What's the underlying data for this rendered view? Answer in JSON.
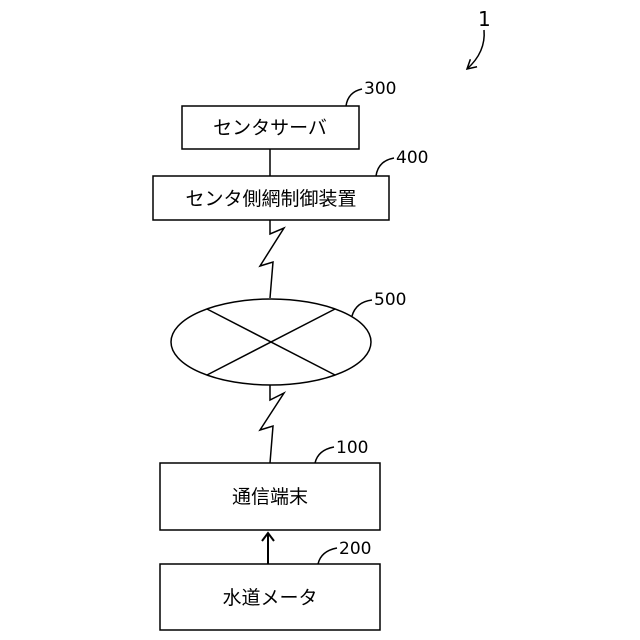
{
  "figure": {
    "label": "1"
  },
  "nodes": {
    "center_server": {
      "label": "センタサーバ",
      "ref": "300"
    },
    "center_network_controller": {
      "label": "センタ側網制御装置",
      "ref": "400"
    },
    "network": {
      "ref": "500"
    },
    "communication_terminal": {
      "label": "通信端末",
      "ref": "100"
    },
    "water_meter": {
      "label": "水道メータ",
      "ref": "200"
    }
  },
  "colors": {
    "stroke": "#000000",
    "background": "#ffffff"
  }
}
